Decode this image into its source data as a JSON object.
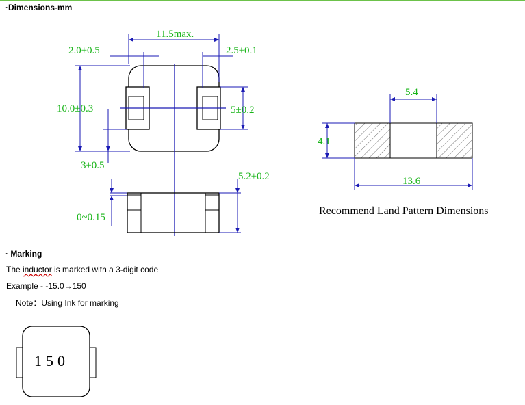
{
  "dimensions": {
    "heading": "·Dimensions-mm",
    "labels": {
      "overall_length": "11.5max.",
      "left_terminal": "2.0±0.5",
      "right_terminal": "2.5±0.1",
      "body_height": "10.0±0.3",
      "terminal_height": "5±0.2",
      "bottom_offset": "3±0.5",
      "thickness": "5.2±0.2",
      "standoff": "0~0.15"
    }
  },
  "land_pattern": {
    "gap": "5.4",
    "height": "4.1",
    "total": "13.6",
    "caption": "Recommend Land Pattern Dimensions"
  },
  "marking": {
    "heading": "· Marking",
    "line1_prefix": "The ",
    "line1_underlined": "inductor",
    "line1_suffix": " is marked with a 3-digit code",
    "example": "Example - -15.0→150",
    "note": "Note：Using Ink for marking",
    "code": "150"
  },
  "colors": {
    "dimension_text": "#18b418",
    "centerline": "#1a1ab4",
    "accent_line": "#6cc24a"
  }
}
